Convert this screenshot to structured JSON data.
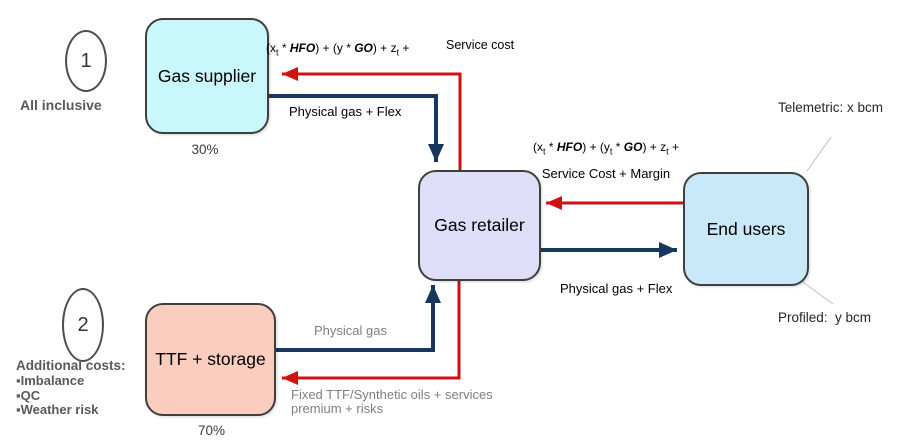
{
  "scenarios": [
    {
      "number": "1",
      "label": "All inclusive",
      "share": "30%"
    },
    {
      "number": "2",
      "label": "Additional costs:",
      "bullet_char": "▪",
      "bullets": [
        "Imbalance",
        "QC",
        "Weather risk"
      ],
      "share": "70%"
    }
  ],
  "nodes": {
    "gas_supplier": {
      "label": "Gas supplier"
    },
    "gas_retailer": {
      "label": "Gas retailer"
    },
    "end_users": {
      "label": "End users"
    },
    "ttf_storage": {
      "label": "TTF + storage"
    }
  },
  "flows": {
    "supplier_price": {
      "t0": "(x",
      "t1": "t",
      "t2": " * ",
      "t3": "HFO",
      "t4": ") + (y * ",
      "t5": "GO",
      "t6": ") + z",
      "t7": "t",
      "t8": " +",
      "suffix": "Service cost"
    },
    "supplier_delivery": {
      "label": "Physical gas + Flex"
    },
    "retail_price": {
      "t0": "(x",
      "t1": "t",
      "t2": " * ",
      "t3": "HFO",
      "t4": ") + (y",
      "t5": "t",
      "t6": " * ",
      "t7": "GO",
      "t8": ") + z",
      "t9": "t",
      "t10": " +",
      "line2": "Service Cost + Margin"
    },
    "retail_delivery": {
      "label": "Physical gas + Flex"
    },
    "ttf_delivery": {
      "label": "Physical gas"
    },
    "ttf_price": {
      "line1": "Fixed TTF/Synthetic oils + services",
      "line2": "premium + risks"
    }
  },
  "annotations": {
    "telemetric": "Telemetric: x bcm",
    "profiled": "Profiled:  y bcm"
  },
  "colors": {
    "payment_arrow": "#CE1212",
    "delivery_arrow": "#17375E",
    "supplier_fill": "#C9F8FC",
    "retailer_fill": "#DEDEF8",
    "end_users_fill": "#C9E8FA",
    "ttf_fill": "#FBCDBE",
    "box_border": "#3F3F3F",
    "connector_gray": "#BFBFBF",
    "muted_label": "#7F7F7F",
    "scenario_label": "#595959"
  }
}
